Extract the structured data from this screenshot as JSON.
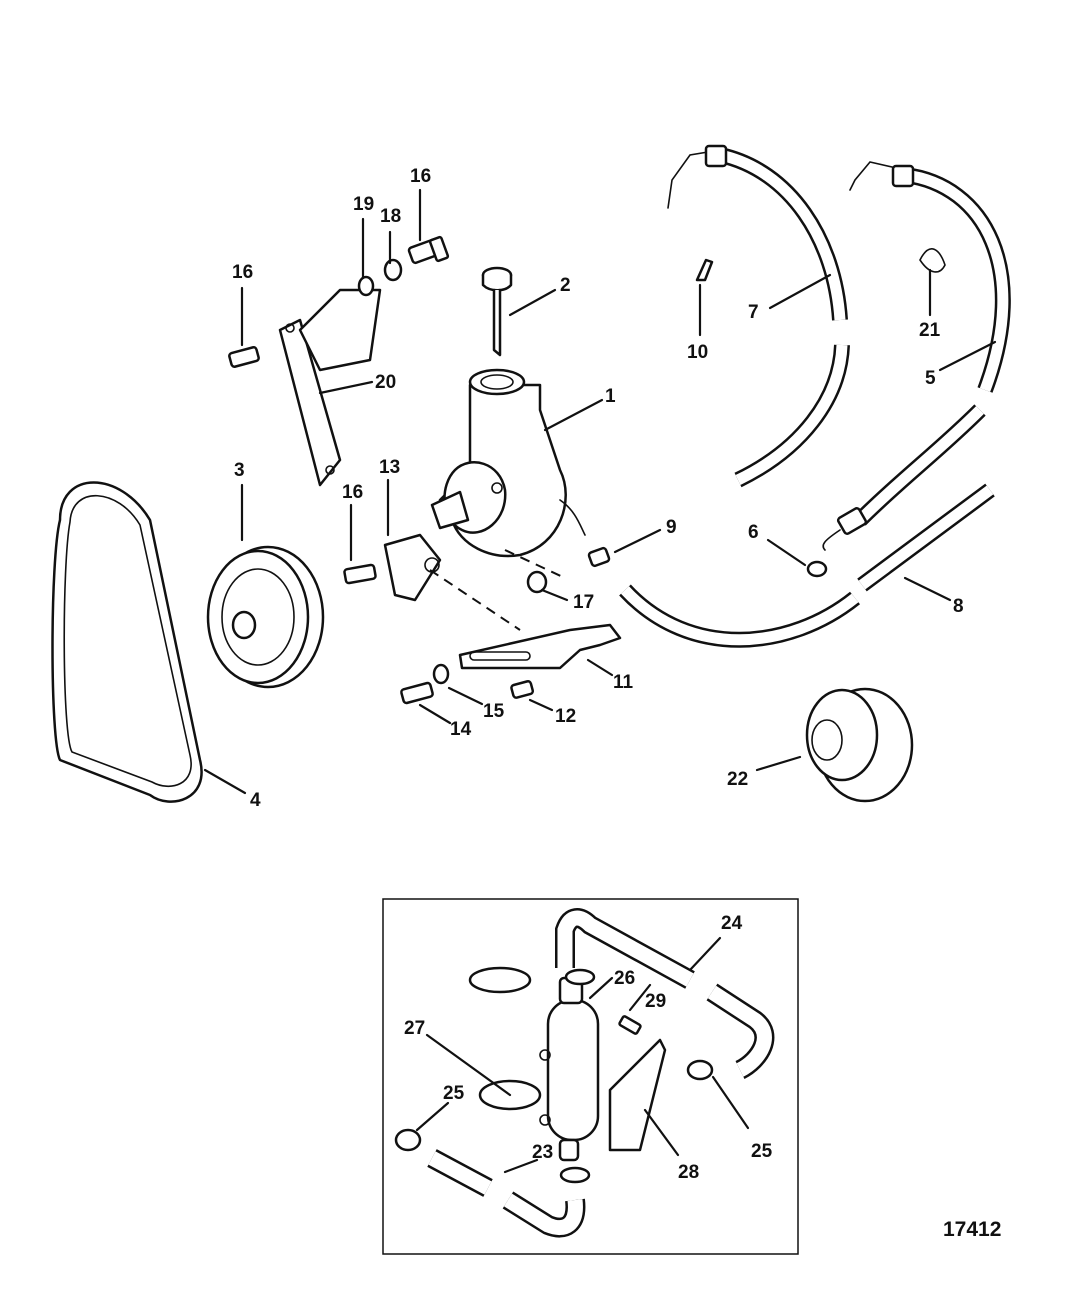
{
  "figure_id": "17412",
  "callouts": {
    "c1": "1",
    "c2": "2",
    "c3": "3",
    "c4": "4",
    "c5": "5",
    "c6": "6",
    "c7": "7",
    "c8": "8",
    "c9": "9",
    "c10": "10",
    "c11": "11",
    "c12": "12",
    "c13": "13",
    "c14": "14",
    "c15": "15",
    "c16a": "16",
    "c16b": "16",
    "c16c": "16",
    "c17": "17",
    "c18": "18",
    "c19": "19",
    "c20": "20",
    "c21": "21",
    "c22": "22",
    "c23": "23",
    "c24": "24",
    "c25a": "25",
    "c25b": "25",
    "c26": "26",
    "c27": "27",
    "c28": "28",
    "c29": "29"
  }
}
